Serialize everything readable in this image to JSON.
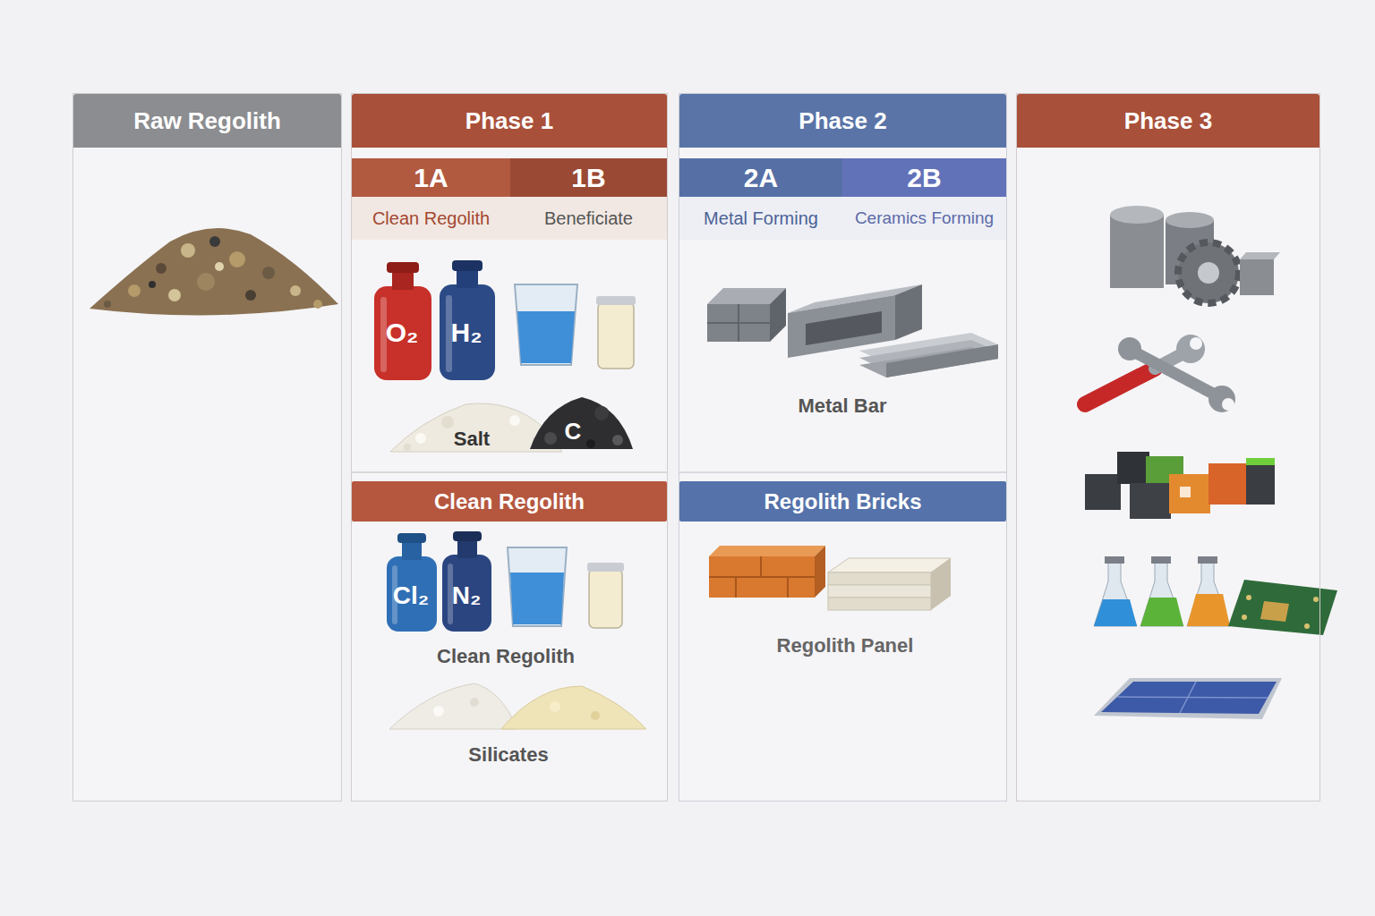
{
  "diagram": {
    "nodes": [
      {
        "text": [
          "Raw Regolith"
        ]
      },
      {
        "text": [
          "Phase 1"
        ]
      },
      {
        "text": [
          "1A",
          "Clean Regolith"
        ],
        "in": 1
      },
      {
        "text": [
          "1B",
          "Beneficiate"
        ],
        "in": 1
      },
      {
        "text": [
          "Clean Regolith"
        ],
        "in": 1
      },
      {
        "text": [
          "Phase 2"
        ]
      },
      {
        "text": [
          "2A",
          "Metal Forming"
        ],
        "in": 5
      },
      {
        "text": [
          "2B",
          "Ceramics Forming"
        ],
        "in": 5
      },
      {
        "text": [
          "Regolith Bricks"
        ],
        "in": 5
      },
      {
        "text": [
          "Phase 3"
        ]
      }
    ],
    "labels": [
      "O₂",
      "H₂",
      "Salt",
      "C",
      "Metal Bar",
      "Cl₂",
      "N₂",
      "Clean Regolith",
      "Silicates",
      "Regolith Panel"
    ]
  }
}
